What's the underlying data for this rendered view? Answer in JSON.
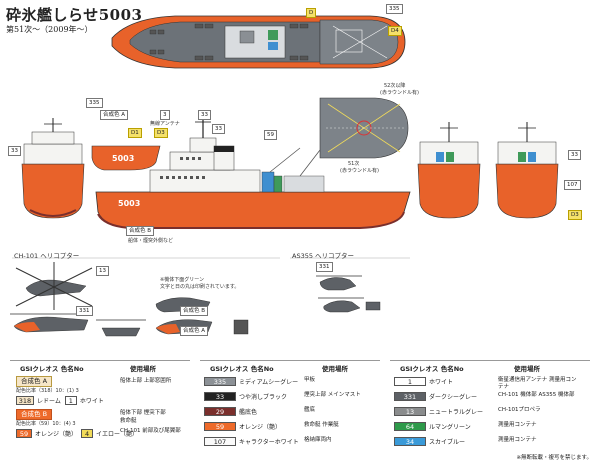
{
  "title": "砕氷艦しらせ5003",
  "subtitle": "第51次～（2009年～）",
  "hull_number": "5003",
  "colors": {
    "orange": "#e8622a",
    "gray": "#8a8f94",
    "deck": "#6c7278",
    "white": "#f4f4f2",
    "green": "#3f9a5a",
    "blue": "#3f8fd0",
    "yellow": "#f1db5a",
    "cream": "#f6e6c8"
  },
  "callouts": {
    "c335_top": "335",
    "cD": "D",
    "cD4": "D4",
    "c335_left": "335",
    "mix_a": "合成色 A",
    "mix_b": "合成色 B",
    "c3": "3",
    "c33": "33",
    "c59": "59",
    "c107": "107",
    "c33_left": "33",
    "c33_right": "33",
    "cD1": "D1",
    "cD3": "D3",
    "cD3_right": "D3",
    "c13": "13",
    "c331_heli": "331",
    "c331_as": "331"
  },
  "notes": {
    "deck52": "52次以降",
    "deck52_sub": "(赤ラウンドル有)",
    "deck51": "51次",
    "deck51_sub": "(赤ラウンドル有)",
    "mix_b_note": "船体・煙突外側など",
    "antenna": "無線アンテナ",
    "heli_note1": "※機体下面グリーン",
    "heli_note2": "文字と日の丸は印刷されています。"
  },
  "helicopters": {
    "ch101": "CH-101 ヘリコプター",
    "as355": "AS355 ヘリコプター"
  },
  "table": {
    "headers": {
      "brand": "GSIクレオス 色名No",
      "usage": "使用場所"
    },
    "col1": {
      "mix_a_label": "合成色 A",
      "mix_a_ratio": "配色比率（318）10：(1) 3",
      "mix_a_cells": [
        {
          "no": "318",
          "name": "レドーム"
        },
        {
          "no": "1",
          "name": "ホワイト"
        }
      ],
      "mix_b_label": "合成色 B",
      "mix_b_ratio": "配色比率（59）10：(4) 3",
      "mix_b_cells": [
        {
          "no": "59",
          "name": "オレンジ（艶）"
        },
        {
          "no": "4",
          "name": "イエロー（艶）"
        }
      ],
      "usage_a": "船体上部 上部窓囲所",
      "usage_b1": "船体下部 煙突下部",
      "usage_b2": "救命艇",
      "usage_b3": "CH-101 前部及び尾翼部"
    },
    "col2": [
      {
        "no": "335",
        "name": "ミディアムシーグレー",
        "use": "甲板",
        "color": "#8c9196",
        "text": "#fff"
      },
      {
        "no": "33",
        "name": "つや消しブラック",
        "use": "煙突上部 メインマスト",
        "color": "#222",
        "text": "#fff"
      },
      {
        "no": "29",
        "name": "艦底色",
        "use": "艦底",
        "color": "#7a2f2c",
        "text": "#fff"
      },
      {
        "no": "59",
        "name": "オレンジ（艶）",
        "use": "救命艇 作業艇",
        "color": "#ee6a2a",
        "text": "#fff"
      },
      {
        "no": "107",
        "name": "キャラクターホワイト",
        "use": "格納庫両内",
        "color": "#fafafa",
        "text": "#222"
      }
    ],
    "col3": [
      {
        "no": "1",
        "name": "ホワイト",
        "use": "衛星通信用アンテナ 測量用コンテナ",
        "color": "#ffffff",
        "text": "#222"
      },
      {
        "no": "331",
        "name": "ダークシーグレー",
        "use": "CH-101 機体部 AS355 機体部",
        "color": "#5d6166",
        "text": "#fff"
      },
      {
        "no": "13",
        "name": "ニュートラルグレー",
        "use": "CH-101プロペラ",
        "color": "#8a8c8d",
        "text": "#fff"
      },
      {
        "no": "64",
        "name": "ルマングリーン",
        "use": "測量用コンテナ",
        "color": "#2e9a4a",
        "text": "#fff"
      },
      {
        "no": "34",
        "name": "スカイブルー",
        "use": "測量用コンテナ",
        "color": "#3a9ad8",
        "text": "#fff"
      }
    ]
  },
  "footer": "※無断転載・複写を禁じます。"
}
